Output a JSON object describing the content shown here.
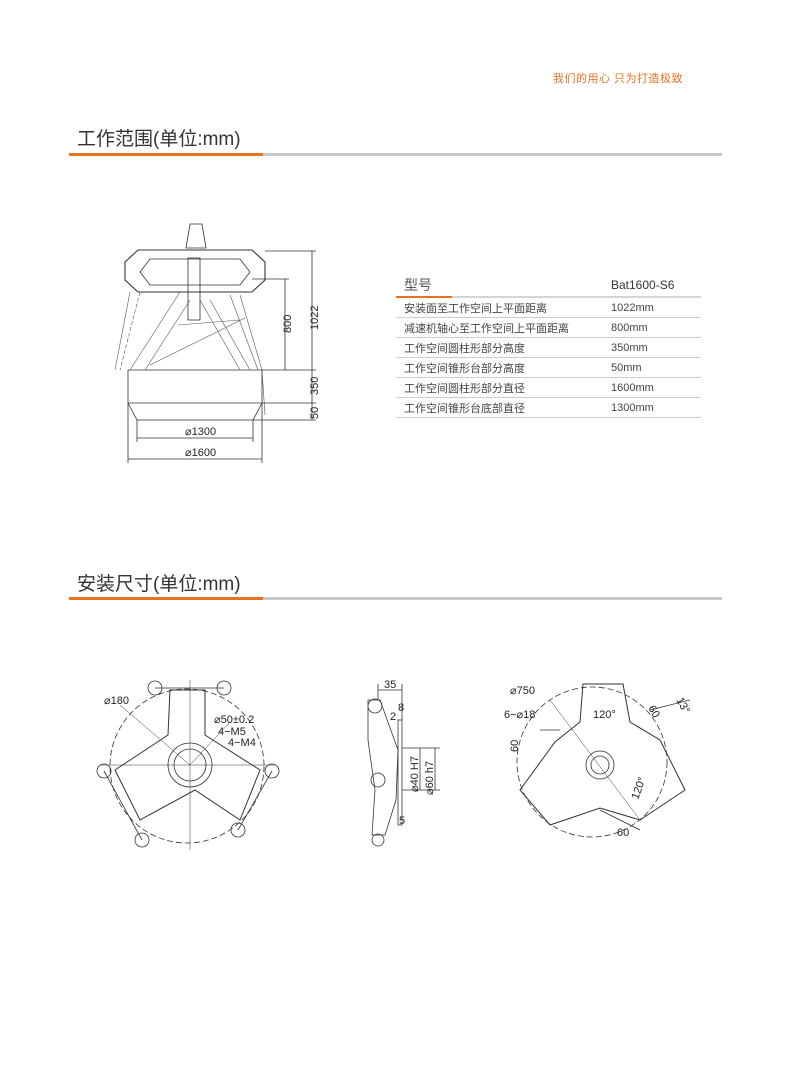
{
  "header": {
    "slogan": "我们的用心  只为打造极致"
  },
  "section1": {
    "title": "工作范围(单位:mm)"
  },
  "section2": {
    "title": "安装尺寸(单位:mm)"
  },
  "spec_table": {
    "header_key": "型号",
    "header_value": "Bat1600-S6",
    "rows": [
      {
        "label": "安装面至工作空间上平面距离",
        "value": "1022mm"
      },
      {
        "label": "减速机轴心至工作空间上平面距离",
        "value": "800mm"
      },
      {
        "label": "工作空间圆柱形部分高度",
        "value": "350mm"
      },
      {
        "label": "工作空间锥形台部分高度",
        "value": "50mm"
      },
      {
        "label": "工作空间圆柱形部分直径",
        "value": "1600mm"
      },
      {
        "label": "工作空间锥形台底部直径",
        "value": "1300mm"
      }
    ]
  },
  "workspace_drawing": {
    "dim_1022": "1022",
    "dim_800": "800",
    "dim_350": "350",
    "dim_50": "50",
    "dim_d1300": "⌀1300",
    "dim_d1600": "⌀1600"
  },
  "mount_top_drawing": {
    "d180": "⌀180",
    "d50": "⌀50±0.2",
    "m5": "4−M5",
    "m4": "4−M4"
  },
  "mount_side_drawing": {
    "d35": "35",
    "d8": "8",
    "d2": "2",
    "d40": "⌀40 H7",
    "d60": "⌀60 h7",
    "d5": "5"
  },
  "mount_base_drawing": {
    "d750": "⌀750",
    "holes": "6−⌀18",
    "ang1": "120°",
    "d60a": "60",
    "ang13": "13°",
    "d60b": "60",
    "ang2": "120°",
    "d60c": "60"
  },
  "colors": {
    "accent": "#e8731e",
    "rule": "#c8c8c8"
  }
}
